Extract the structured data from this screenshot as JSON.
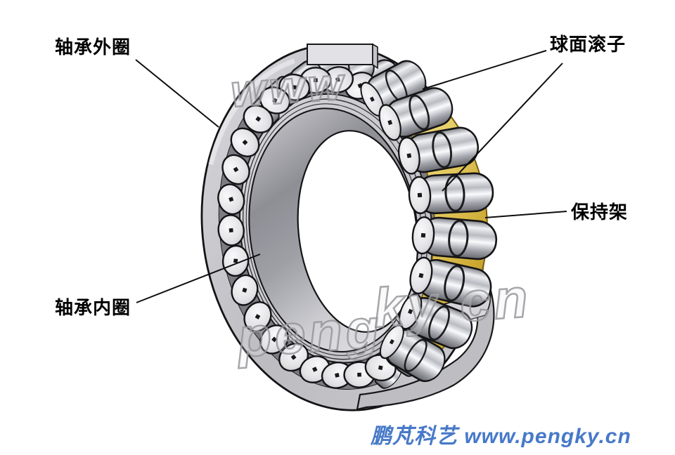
{
  "figure": {
    "type": "labeled-diagram",
    "subject": "spherical roller bearing cutaway illustration",
    "labels": {
      "outer_ring": "轴承外圈",
      "roller": "球面滚子",
      "cage": "保持架",
      "inner_ring": "轴承内圈"
    },
    "watermarks": {
      "top": "www",
      "bottom_left": "peng",
      "bottom_right": "ky cn"
    },
    "footer": {
      "text": "鹏芃科艺 www.pengky.cn",
      "color": "#4779C8"
    },
    "colors": {
      "background": "#ffffff",
      "metal_light": "#d8d8dc",
      "metal_mid": "#b7b7bc",
      "groove_dark": "#7b7b82",
      "cage_gold": "#e3c95e",
      "outline": "#141416",
      "leader_line": "#0d0d0d"
    }
  }
}
